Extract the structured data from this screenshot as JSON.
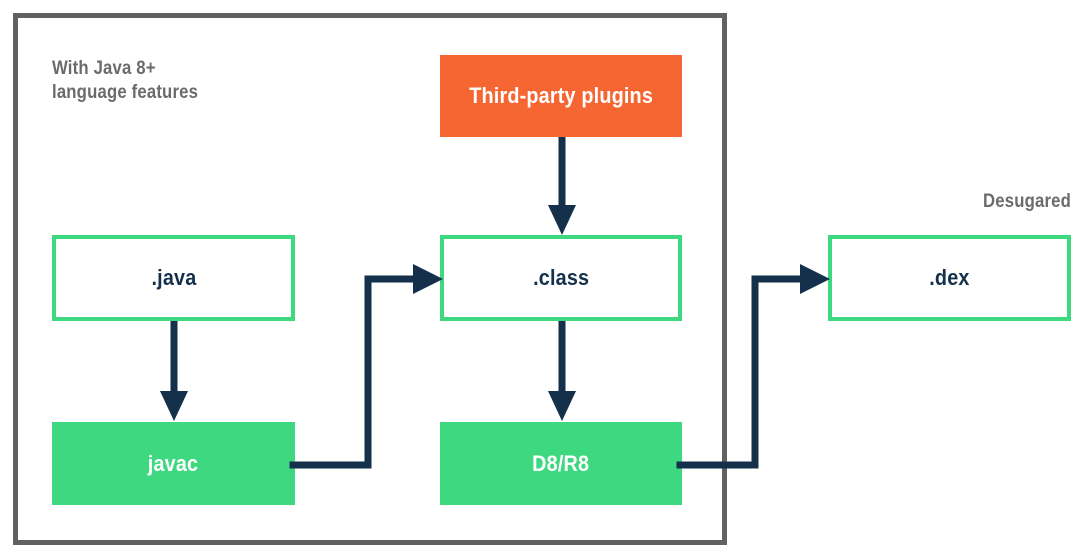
{
  "diagram": {
    "title_caption": "With Java 8+\nlanguage features",
    "side_caption": "Desugared",
    "colors": {
      "green": "#3dd87f",
      "orange": "#f56632",
      "navy": "#14304a",
      "gray_border": "#616161",
      "gray_text": "#6b6b6b",
      "white": "#ffffff"
    },
    "group_box": {
      "label": "java-8-pipeline-group"
    },
    "nodes": [
      {
        "id": "java",
        "label": ".java",
        "style": "outline"
      },
      {
        "id": "javac",
        "label": "javac",
        "style": "filled-green"
      },
      {
        "id": "plugins",
        "label": "Third-party plugins",
        "style": "filled-orange"
      },
      {
        "id": "class",
        "label": ".class",
        "style": "outline"
      },
      {
        "id": "d8r8",
        "label": "D8/R8",
        "style": "filled-green"
      },
      {
        "id": "dex",
        "label": ".dex",
        "style": "outline"
      }
    ],
    "edges": [
      {
        "from": "plugins",
        "to": "class",
        "type": "straight-down"
      },
      {
        "from": "java",
        "to": "javac",
        "type": "straight-down"
      },
      {
        "from": "class",
        "to": "d8r8",
        "type": "straight-down"
      },
      {
        "from": "javac",
        "to": "class",
        "type": "elbow-right-up"
      },
      {
        "from": "d8r8",
        "to": "dex",
        "type": "elbow-right-up"
      }
    ]
  }
}
